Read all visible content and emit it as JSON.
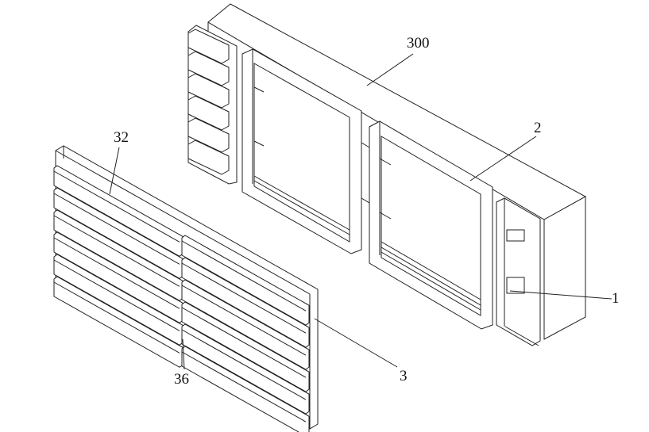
{
  "figure": {
    "labels": {
      "box": "300",
      "frame": "2",
      "slat": "32",
      "end_frame": "1",
      "connector": "36",
      "panel": "3"
    },
    "colors": {
      "line": "#222222",
      "background": "#ffffff"
    }
  }
}
